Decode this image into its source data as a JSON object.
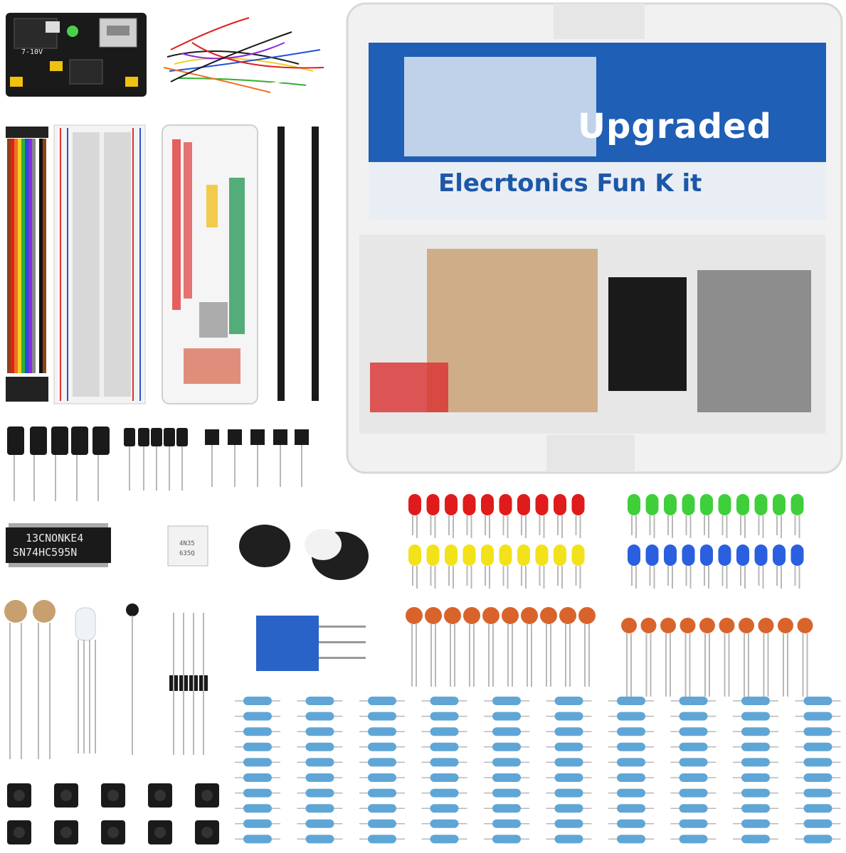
{
  "box_label": {
    "title_line1": "Upgraded",
    "title_line2": "Elecrtonics Fun K it"
  },
  "ic_chip": {
    "line1": "13CNONKE4",
    "line2": "SN74HC595N"
  },
  "optocoupler": {
    "line1": "4N35",
    "line2": "635Q"
  },
  "power_module": {
    "label": "7-10V"
  },
  "colors": {
    "box_label_blue": "#1f5fb5",
    "title_white": "#ffffff",
    "subtitle_blue": "#1d57a8",
    "led_red": "#e01b1b",
    "led_yellow": "#f2e21a",
    "led_green": "#3fcf3a",
    "led_blue": "#2a5fe0",
    "ceramic_cap": "#d8642c",
    "resistor_body": "#5fa6d6"
  }
}
